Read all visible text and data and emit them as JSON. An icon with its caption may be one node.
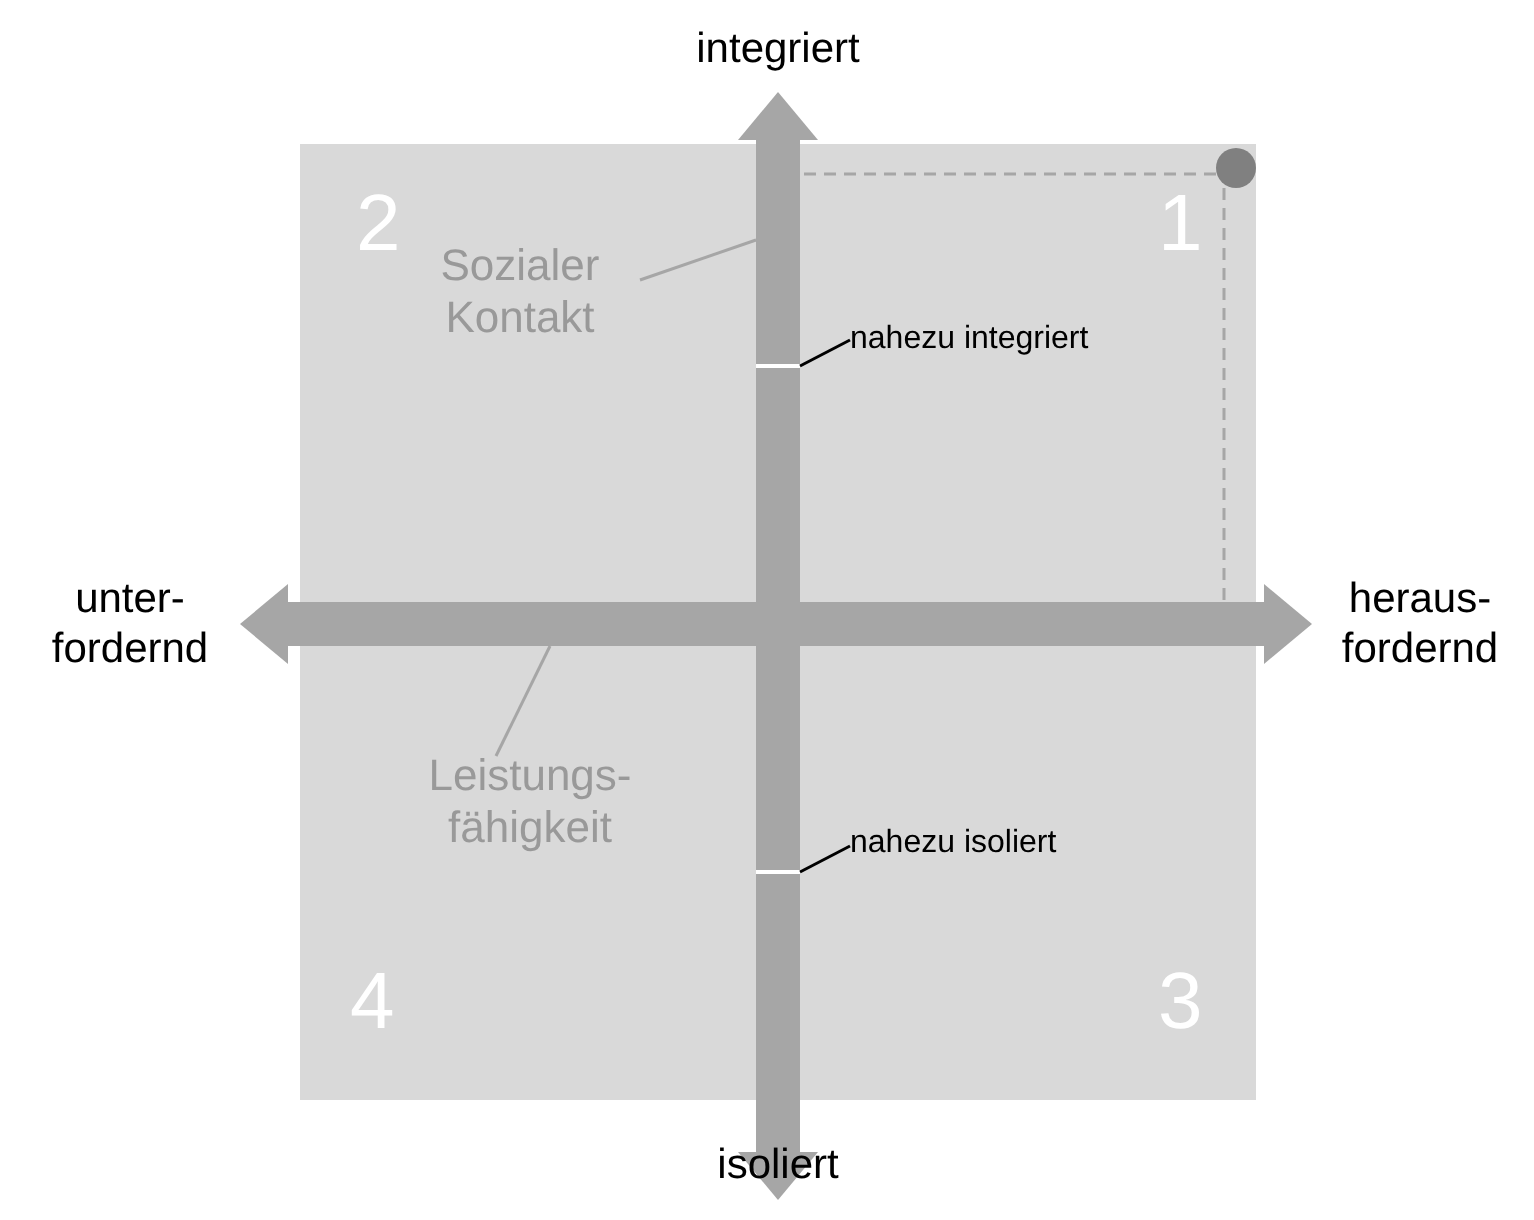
{
  "diagram": {
    "nodes": [
      {
        "text": [
          "2"
        ]
      },
      {
        "text": [
          "1"
        ]
      },
      {
        "text": [
          "4"
        ]
      },
      {
        "text": [
          "3"
        ]
      },
      {
        "text": [
          "Sozialer Kontakt"
        ],
        "in": 0
      },
      {
        "text": [
          "nahezu integriert"
        ],
        "in": 1
      },
      {
        "text": [
          "Leistungs- fähigkeit"
        ],
        "in": 2
      },
      {
        "text": [
          "nahezu isoliert"
        ],
        "in": 3
      },
      {
        "text": [],
        "shape": "bar"
      },
      {
        "text": [],
        "shape": "bar"
      },
      {
        "text": [],
        "shape": "bar",
        "in": 8
      },
      {
        "text": [],
        "shape": "bar",
        "in": 8
      },
      {
        "text": [],
        "shape": "circle",
        "in": 1
      }
    ],
    "edges": [
      {
        "from": 4,
        "to": 8,
        "arrow": "none"
      },
      {
        "from": 5,
        "to": 10,
        "arrow": "none",
        "color": "#000000"
      },
      {
        "from": 6,
        "to": 9,
        "arrow": "none"
      },
      {
        "from": 7,
        "to": 11,
        "arrow": "none",
        "color": "#000000"
      },
      {
        "from": 12,
        "to": 8,
        "arrow": "none",
        "style": "dashed"
      },
      {
        "from": 12,
        "to": 9,
        "arrow": "none",
        "style": "dashed"
      }
    ],
    "labels": [
      "integriert",
      "unter- fordernd",
      "heraus- fordernd",
      "isoliert"
    ]
  }
}
